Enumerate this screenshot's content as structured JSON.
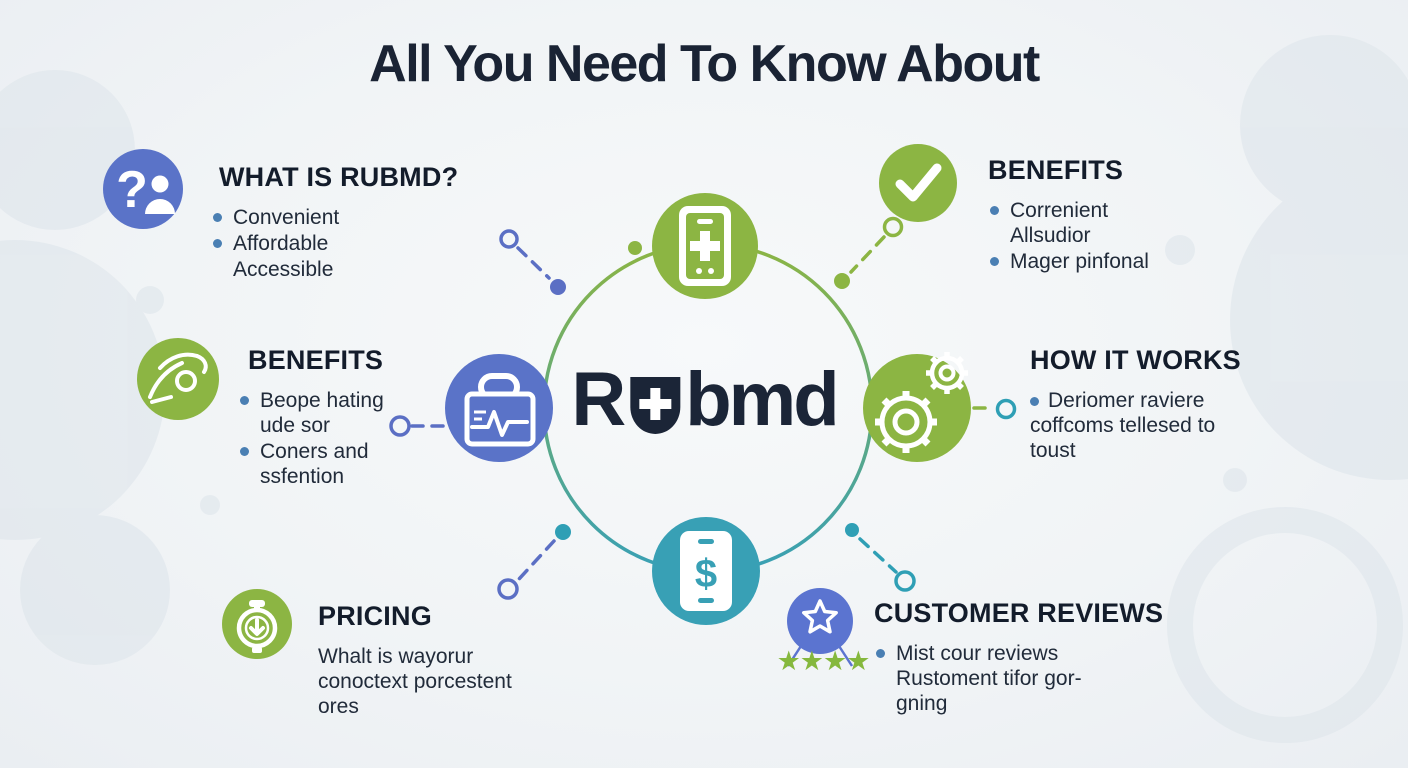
{
  "title": "All You Need To Know About",
  "logo": {
    "prefix": "R",
    "suffix": "bmd",
    "full_name": "Rubmd"
  },
  "sections": {
    "what_is": {
      "heading": "WHAT IS RUBMD?",
      "items": [
        "Convenient",
        "Affordable",
        "Accessible"
      ]
    },
    "benefits_left": {
      "heading": "BENEFITS",
      "items": [
        "Beope hating\nude sor",
        "Coners and\nssfention"
      ]
    },
    "pricing": {
      "heading": "PRICING",
      "body": "Whalt is wayorur\nconoctext porcestent\nores"
    },
    "benefits_right": {
      "heading": "BENEFITS",
      "items": [
        "Correnient\nAllsudior",
        "Mager pinfonal"
      ]
    },
    "how_it_works": {
      "heading": "HOW IT WORKS",
      "items": [
        "Deriomer raviere\ncoffcoms tellesed to\ntoust"
      ]
    },
    "customer_reviews": {
      "heading": "CUSTOMER REVIEWS",
      "items": [
        "Mist cour reviews\nRustoment tifor gor-\ngning"
      ],
      "rating_stars": "★★★★"
    }
  },
  "icons": {
    "what_is": "question-person-icon",
    "benefits_left": "massage-hand-icon",
    "pricing": "stopwatch-icon",
    "benefits_right": "checkmark-icon",
    "customer_reviews": "star-badge-icon",
    "hub_top": "phone-medical-icon",
    "hub_left": "medical-kit-icon",
    "hub_right": "gears-icon",
    "hub_bottom": "phone-payment-icon",
    "logo_mark": "shield-cross-icon"
  },
  "colors": {
    "green": "#8cb543",
    "blue": "#5a73c8",
    "teal": "#38a0b5",
    "navy": "#1b2537",
    "bullet_blue": "#4a7fb3",
    "badge_blue": "#5b74d0",
    "star_green": "#85b83d",
    "background": "#f1f3f6"
  }
}
